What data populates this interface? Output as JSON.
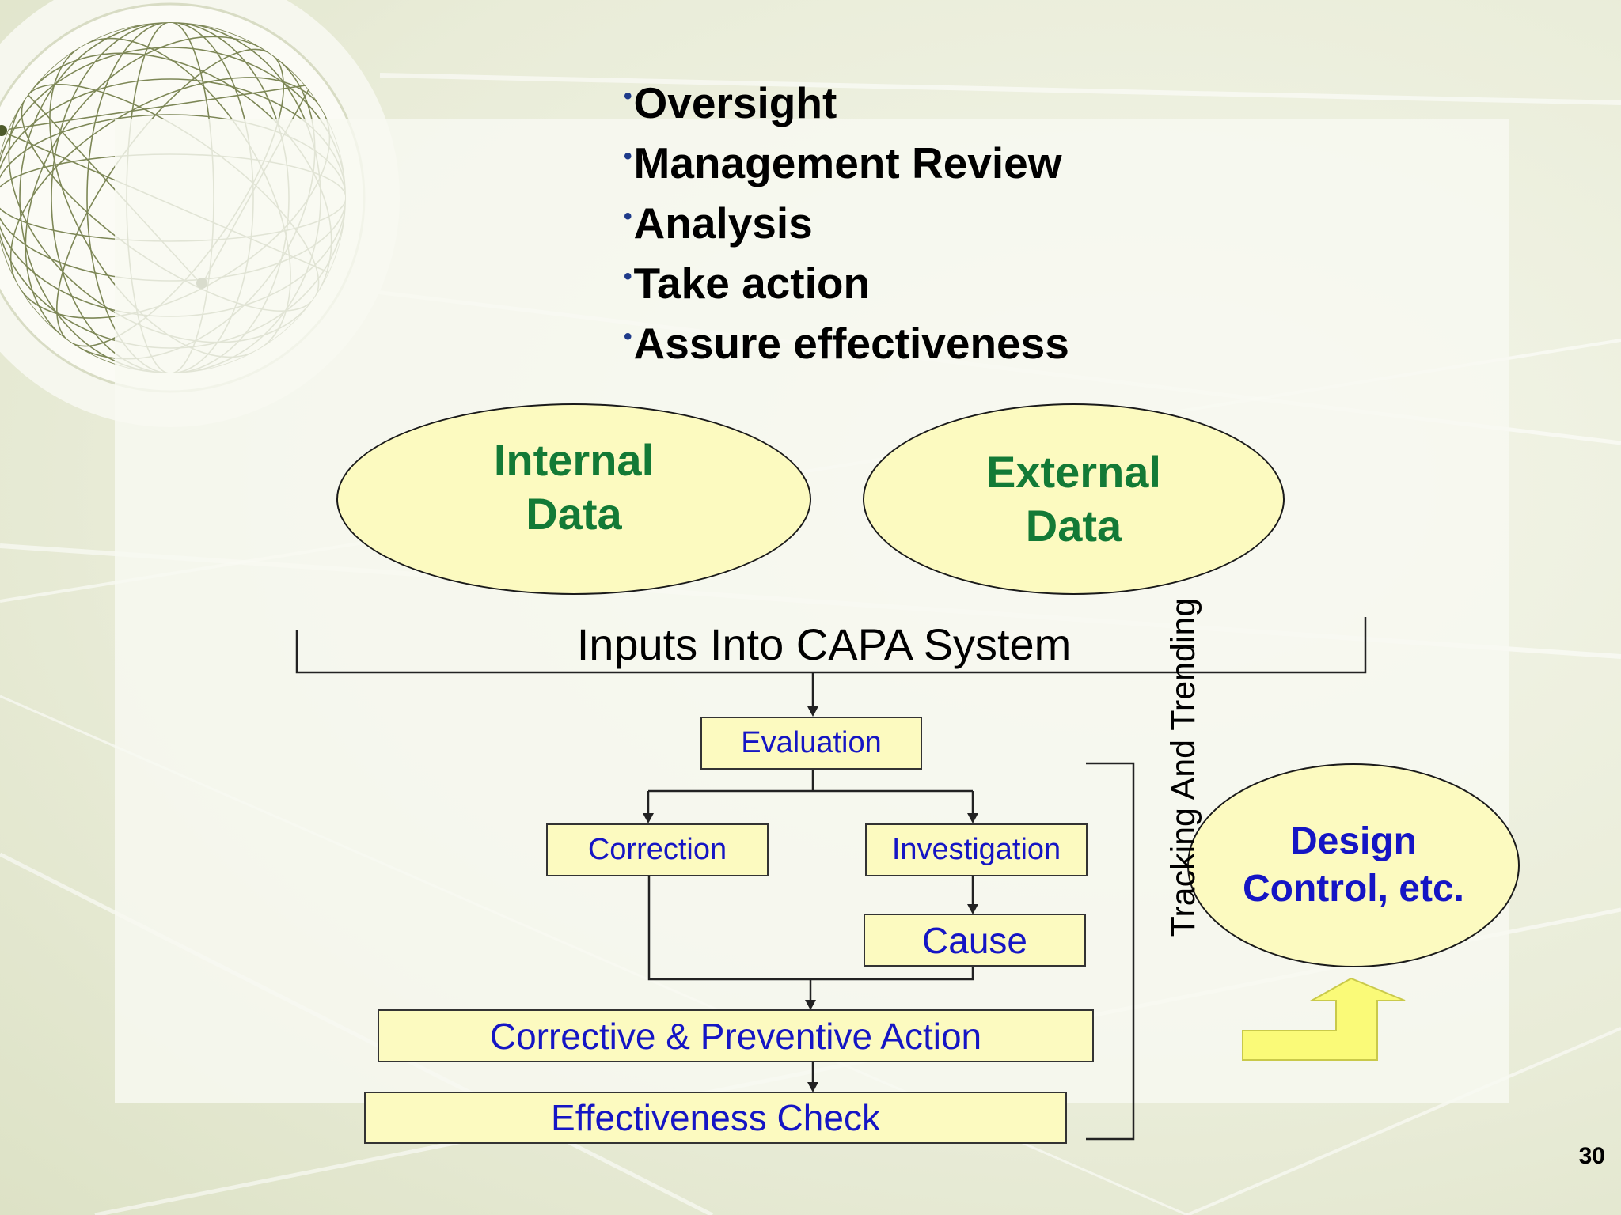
{
  "slide": {
    "bullets": [
      "Oversight",
      "Management Review",
      "Analysis",
      "Take action",
      "Assure effectiveness"
    ],
    "bullet_glyph": "•",
    "internal_data": [
      "Internal",
      "Data"
    ],
    "external_data": [
      "External",
      "Data"
    ],
    "inputs_label": "Inputs Into CAPA System",
    "evaluation": "Evaluation",
    "correction": "Correction",
    "investigation": "Investigation",
    "cause": "Cause",
    "capa": "Corrective & Preventive Action",
    "effectiveness": "Effectiveness  Check",
    "tracking": "Tracking And Trending",
    "design_control": [
      "Design",
      "Control, etc."
    ],
    "page_number": "30"
  },
  "colors": {
    "box_fill": "#fcfac0",
    "box_text_blue": "#1515c4",
    "ellipse_text_green": "#137a36",
    "arrow_fill": "#fafa78",
    "background": "#ecefdd"
  },
  "icons": {
    "globe": "wireframe-globe-icon",
    "arrow": "bent-up-arrow-icon"
  }
}
